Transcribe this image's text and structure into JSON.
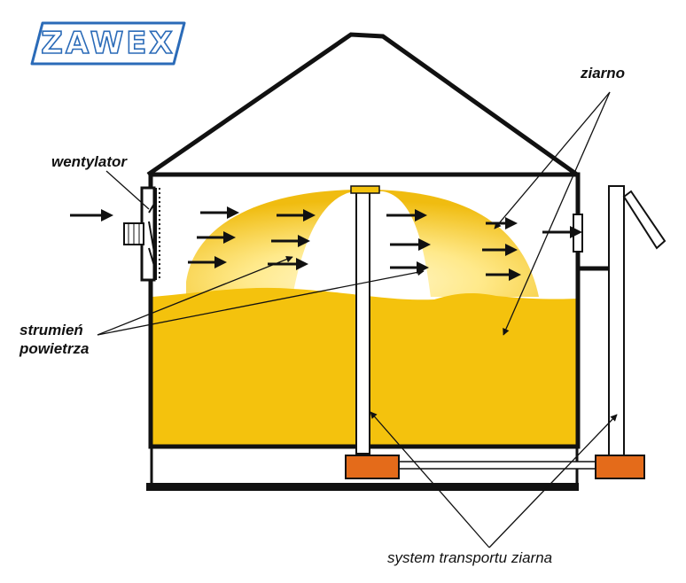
{
  "logo": {
    "text": "ZAWEX"
  },
  "labels": {
    "fan": "wentylator",
    "grain": "ziarno",
    "airflow_line1": "strumień",
    "airflow_line2": "powietrza",
    "transport": "system transportu ziarna"
  },
  "colors": {
    "grain": "#f4c20d",
    "dome_light": "#fff6c8",
    "outline": "#111111",
    "motor": "#e46b1a",
    "logo_blue": "#2b6bb8"
  }
}
